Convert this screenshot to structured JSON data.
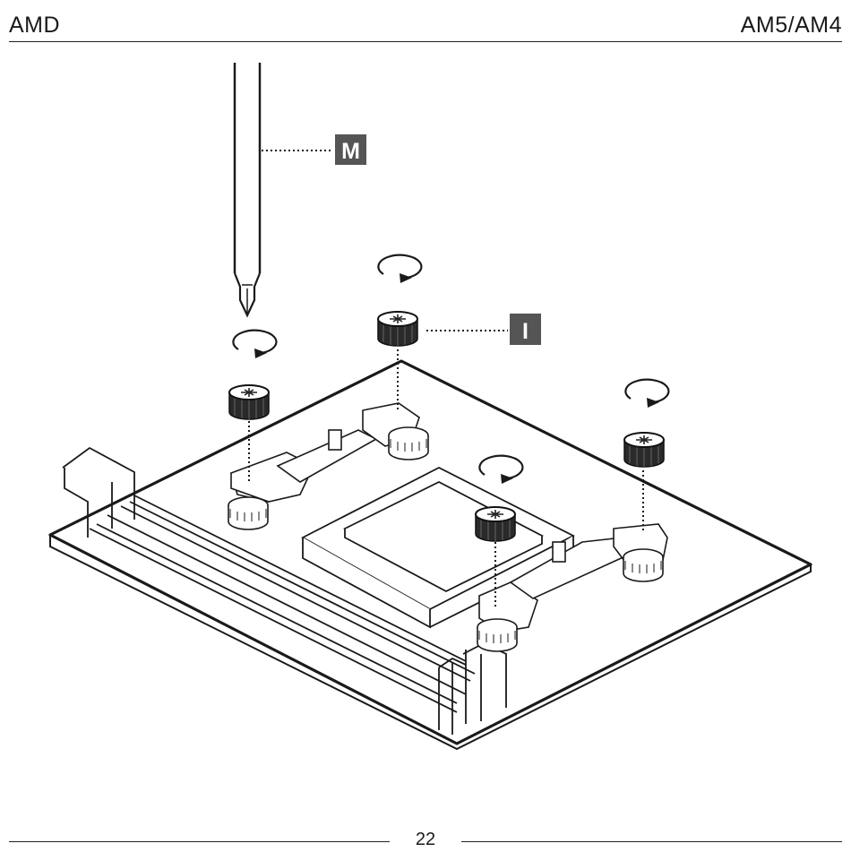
{
  "header": {
    "left": "AMD",
    "right": "AM5/AM4"
  },
  "callouts": {
    "tool": "M",
    "part": "I"
  },
  "footer": {
    "page_number": "22"
  },
  "colors": {
    "ink": "#1a1a1a",
    "tag": "#555555",
    "knob": "#2b2b2b"
  },
  "icons": [
    "screwdriver-icon",
    "thumbscrew-icon",
    "rotate-clockwise-icon"
  ]
}
